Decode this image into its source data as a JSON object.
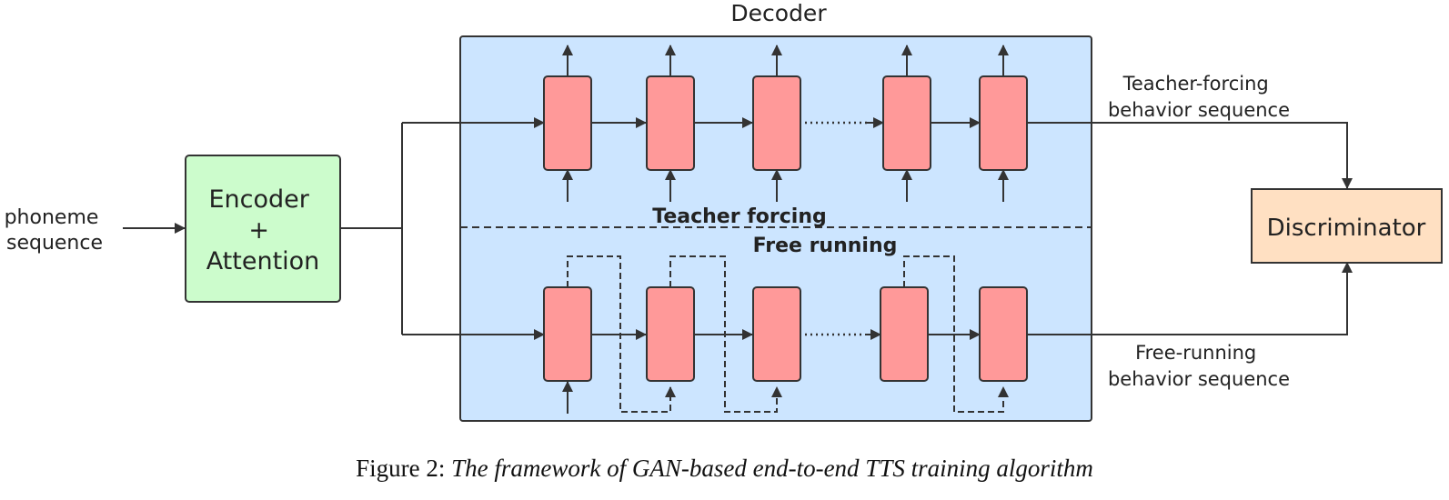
{
  "diagram": {
    "input_label": {
      "line1": "phoneme",
      "line2": "sequence"
    },
    "encoder": {
      "line1": "Encoder",
      "line2": "+",
      "line3": "Attention"
    },
    "decoder": {
      "title": "Decoder",
      "upper_section_label": "Teacher forcing",
      "lower_section_label": "Free running"
    },
    "outputs": {
      "teacher": {
        "line1": "Teacher-forcing",
        "line2": "behavior sequence"
      },
      "free": {
        "line1": "Free-running",
        "line2": "behavior sequence"
      }
    },
    "discriminator": {
      "label": "Discriminator"
    }
  },
  "caption": {
    "prefix": "Figure 2: ",
    "text": "The framework of GAN-based end-to-end TTS training algorithm"
  },
  "colors": {
    "encoder_fill": "#ccfccc",
    "decoder_fill": "#cce5ff",
    "cell_fill": "#ff9999",
    "discriminator_fill": "#ffe0c2",
    "line": "#333333"
  }
}
